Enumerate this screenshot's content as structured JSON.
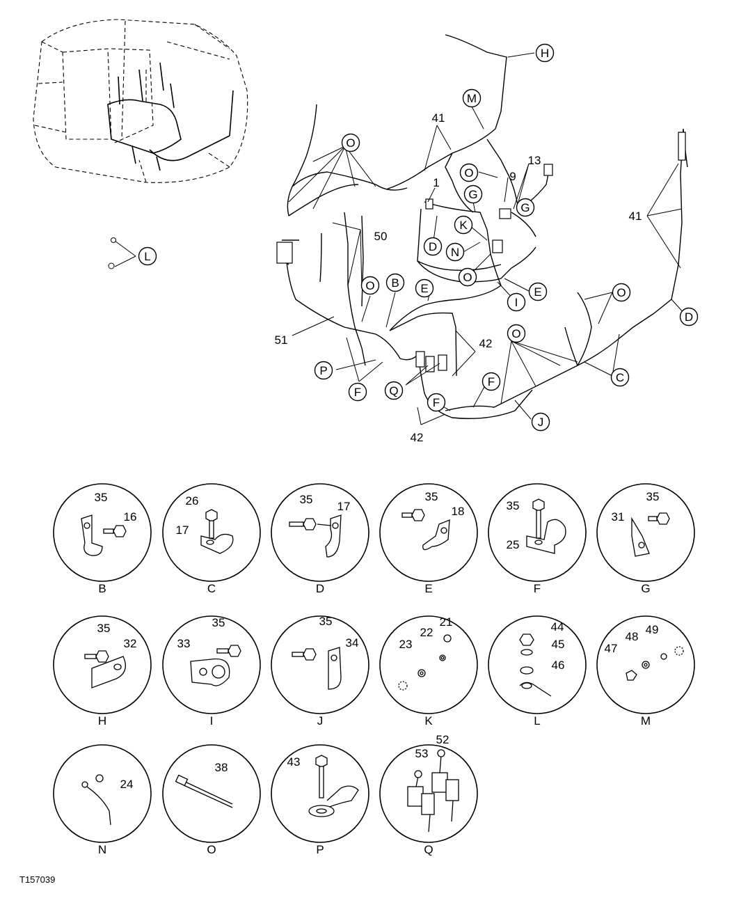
{
  "figure_id": "T157039",
  "main_callouts": {
    "circled": [
      {
        "id": "H",
        "label": "H"
      },
      {
        "id": "M",
        "label": "M"
      },
      {
        "id": "O-left",
        "label": "O"
      },
      {
        "id": "O-upper-mid",
        "label": "O"
      },
      {
        "id": "G-upper",
        "label": "G"
      },
      {
        "id": "G-right",
        "label": "G"
      },
      {
        "id": "K",
        "label": "K"
      },
      {
        "id": "D-mid",
        "label": "D"
      },
      {
        "id": "N",
        "label": "N"
      },
      {
        "id": "O-mid",
        "label": "O"
      },
      {
        "id": "O-lower-left",
        "label": "O"
      },
      {
        "id": "B",
        "label": "B"
      },
      {
        "id": "E-left",
        "label": "E"
      },
      {
        "id": "I",
        "label": "I"
      },
      {
        "id": "E-right",
        "label": "E"
      },
      {
        "id": "O-right",
        "label": "O"
      },
      {
        "id": "D-right",
        "label": "D"
      },
      {
        "id": "O-lower",
        "label": "O"
      },
      {
        "id": "C",
        "label": "C"
      },
      {
        "id": "P",
        "label": "P"
      },
      {
        "id": "F-left",
        "label": "F"
      },
      {
        "id": "Q",
        "label": "Q"
      },
      {
        "id": "F-mid",
        "label": "F"
      },
      {
        "id": "F-low",
        "label": "F"
      },
      {
        "id": "J",
        "label": "J"
      },
      {
        "id": "L",
        "label": "L"
      }
    ],
    "numbers": [
      {
        "id": "41-left",
        "label": "41"
      },
      {
        "id": "41-right",
        "label": "41"
      },
      {
        "id": "13",
        "label": "13"
      },
      {
        "id": "9",
        "label": "9"
      },
      {
        "id": "1",
        "label": "1"
      },
      {
        "id": "50",
        "label": "50"
      },
      {
        "id": "51",
        "label": "51"
      },
      {
        "id": "42-upper",
        "label": "42"
      },
      {
        "id": "42-lower",
        "label": "42"
      }
    ]
  },
  "details": [
    {
      "letter": "B",
      "labels": [
        "35",
        "16"
      ]
    },
    {
      "letter": "C",
      "labels": [
        "26",
        "17"
      ]
    },
    {
      "letter": "D",
      "labels": [
        "35",
        "17"
      ]
    },
    {
      "letter": "E",
      "labels": [
        "35",
        "18"
      ]
    },
    {
      "letter": "F",
      "labels": [
        "35",
        "25"
      ]
    },
    {
      "letter": "G",
      "labels": [
        "35",
        "31"
      ]
    },
    {
      "letter": "H",
      "labels": [
        "35",
        "32"
      ]
    },
    {
      "letter": "I",
      "labels": [
        "35",
        "33"
      ]
    },
    {
      "letter": "J",
      "labels": [
        "35",
        "34"
      ]
    },
    {
      "letter": "K",
      "labels": [
        "21",
        "22",
        "23"
      ]
    },
    {
      "letter": "L",
      "labels": [
        "44",
        "45",
        "46"
      ]
    },
    {
      "letter": "M",
      "labels": [
        "49",
        "48",
        "47"
      ]
    },
    {
      "letter": "N",
      "labels": [
        "24"
      ]
    },
    {
      "letter": "O",
      "labels": [
        "38"
      ]
    },
    {
      "letter": "P",
      "labels": [
        "43"
      ]
    },
    {
      "letter": "Q",
      "labels": [
        "53",
        "52"
      ]
    }
  ]
}
